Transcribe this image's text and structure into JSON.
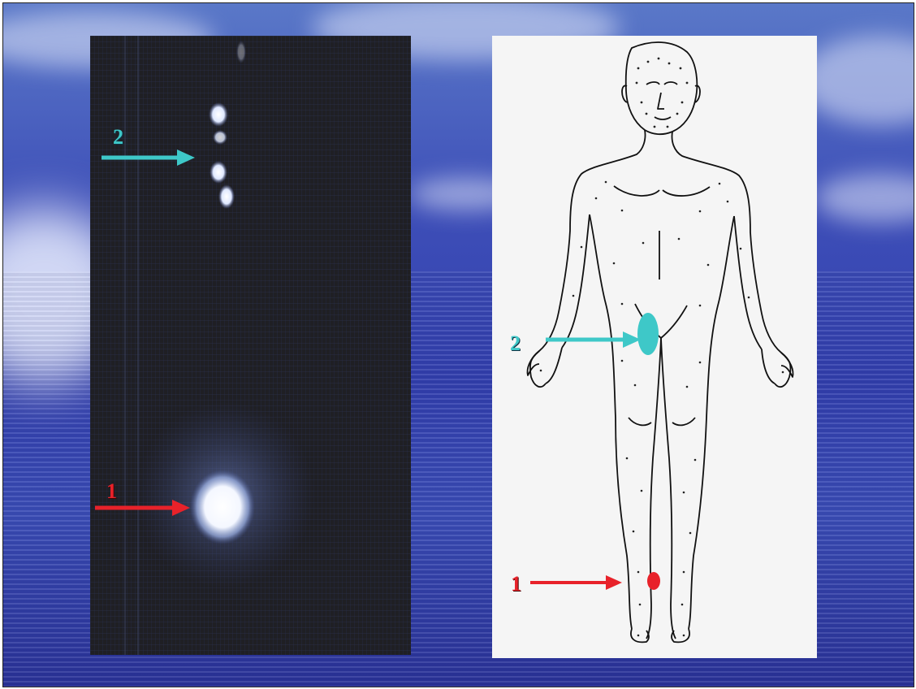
{
  "markers": {
    "scan_label_1": "1",
    "scan_label_2": "2",
    "diagram_label_1": "1",
    "diagram_label_2": "2"
  },
  "colors": {
    "marker_1": "#e8222a",
    "marker_2": "#3ec8c8",
    "scan_background": "#1f1f24",
    "hotspot": "#ffffff"
  },
  "icons": {
    "arrow_1": "arrow-right-icon",
    "arrow_2": "arrow-right-icon",
    "figure": "human-body-outline-icon"
  }
}
